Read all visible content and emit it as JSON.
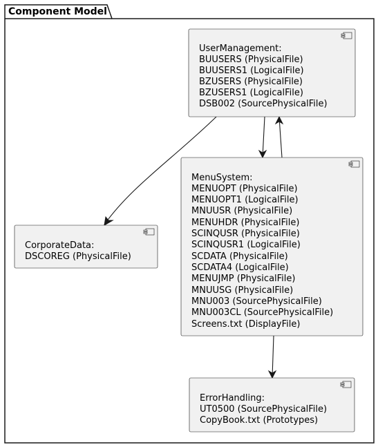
{
  "package": {
    "title": "Component Model"
  },
  "components": [
    {
      "id": "user-management",
      "lines": [
        "UserManagement:",
        "BUUSERS (PhysicalFile)",
        "BUUSERS1 (LogicalFile)",
        "BZUSERS (PhysicalFile)",
        "BZUSERS1 (LogicalFile)",
        "DSB002 (SourcePhysicalFile)"
      ]
    },
    {
      "id": "menu-system",
      "lines": [
        "MenuSystem:",
        "MENUOPT (PhysicalFile)",
        "MENUOPT1 (LogicalFile)",
        "MNUUSR (PhysicalFile)",
        "MENUHDR (PhysicalFile)",
        "SCINQUSR (PhysicalFile)",
        "SCINQUSR1 (LogicalFile)",
        "SCDATA (PhysicalFile)",
        "SCDATA4 (LogicalFile)",
        "MENUJMP (PhysicalFile)",
        "MNUUSG (PhysicalFile)",
        "MNU003 (SourcePhysicalFile)",
        "MNU003CL (SourcePhysicalFile)",
        "Screens.txt (DisplayFile)"
      ]
    },
    {
      "id": "corporate-data",
      "lines": [
        "CorporateData:",
        "DSCOREG (PhysicalFile)"
      ]
    },
    {
      "id": "error-handling",
      "lines": [
        "ErrorHandling:",
        "UT0500 (SourcePhysicalFile)",
        "CopyBook.txt (Prototypes)"
      ]
    }
  ],
  "relations": [
    {
      "from": "user-management",
      "to": "corporate-data"
    },
    {
      "from": "user-management",
      "to": "menu-system"
    },
    {
      "from": "menu-system",
      "to": "user-management"
    },
    {
      "from": "menu-system",
      "to": "error-handling"
    }
  ]
}
